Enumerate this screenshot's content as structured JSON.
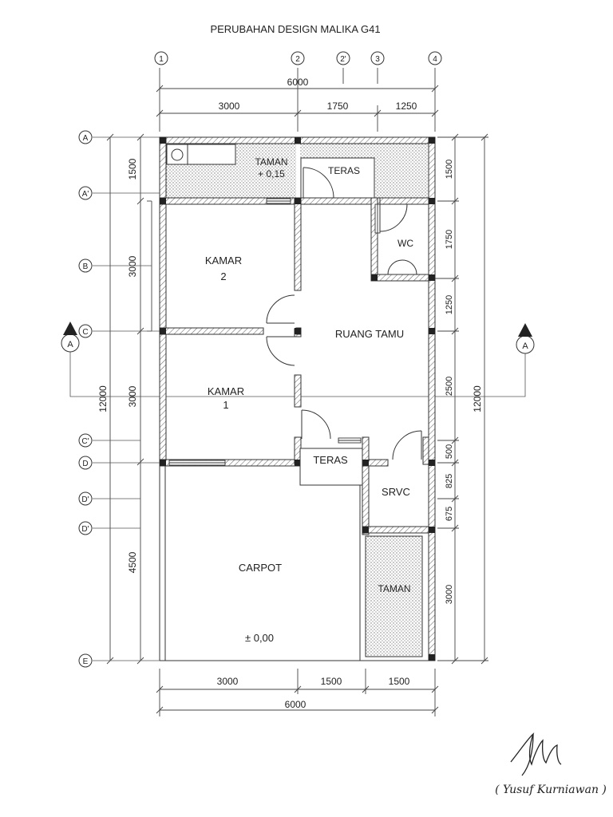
{
  "title": "PERUBAHAN DESIGN MALIKA G41",
  "grid_columns": [
    "1",
    "2",
    "2'",
    "3",
    "4"
  ],
  "grid_rows": [
    "A",
    "A'",
    "B",
    "C",
    "C'",
    "D",
    "D'",
    "D'",
    "E"
  ],
  "section_marker": "A",
  "dimensions": {
    "top_total": "6000",
    "top_segments": [
      "3000",
      "1750",
      "1250"
    ],
    "bottom_segments": [
      "3000",
      "1500",
      "1500"
    ],
    "bottom_total": "6000",
    "left_total": "12000",
    "left_segments": [
      "1500",
      "3000",
      "3000",
      "4500"
    ],
    "right_total": "12000",
    "right_segments": [
      "1500",
      "1750",
      "1250",
      "2500",
      "500",
      "825",
      "675",
      "3000"
    ]
  },
  "rooms": {
    "taman_top": "TAMAN",
    "taman_top_level": "+ 0,15",
    "teras_top": "TERAS",
    "wc": "WC",
    "kamar2_name": "KAMAR",
    "kamar2_num": "2",
    "ruang_tamu": "RUANG TAMU",
    "kamar1_name": "KAMAR",
    "kamar1_num": "1",
    "teras_mid": "TERAS",
    "srvc": "SRVC",
    "carpot": "CARPOT",
    "carpot_level": "± 0,00",
    "taman_bottom": "TAMAN"
  },
  "signature_name": "( Yusuf Kurniawan )",
  "colors": {
    "ink": "#222222",
    "hatch": "#666666",
    "grid": "#555555"
  }
}
